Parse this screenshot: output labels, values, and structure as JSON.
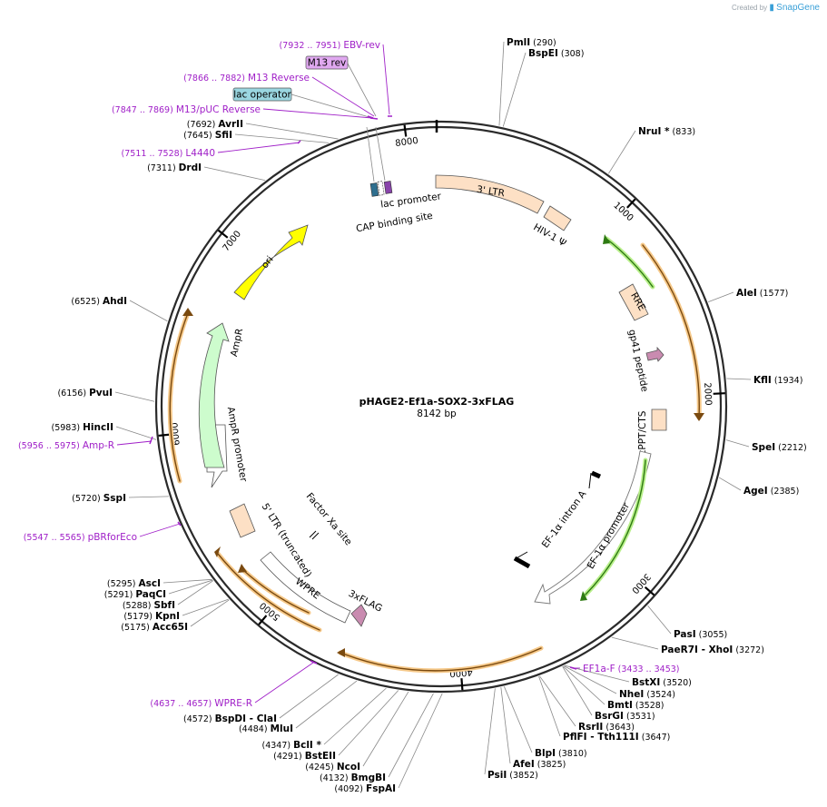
{
  "brand": {
    "created_by": "Created by",
    "name": "SnapGene"
  },
  "plasmid": {
    "name": "pHAGE2-Ef1a-SOX2-3xFLAG",
    "size": "8142 bp",
    "length": 8142
  },
  "ticks": [
    "1000",
    "2000",
    "3000",
    "4000",
    "5000",
    "6000",
    "7000",
    "8000"
  ],
  "enzymes": [
    {
      "name": "PmlI",
      "pos": "(290)"
    },
    {
      "name": "BspEI",
      "pos": "(308)"
    },
    {
      "name": "NruI *",
      "pos": "(833)"
    },
    {
      "name": "AleI",
      "pos": "(1577)"
    },
    {
      "name": "KflI",
      "pos": "(1934)"
    },
    {
      "name": "SpeI",
      "pos": "(2212)"
    },
    {
      "name": "AgeI",
      "pos": "(2385)"
    },
    {
      "name": "PasI",
      "pos": "(3055)"
    },
    {
      "name": "PaeR7I",
      "pos": "",
      "suffix": "- XhoI",
      "pos2": "(3272)"
    },
    {
      "name": "BstXI",
      "pos": "(3520)"
    },
    {
      "name": "NheI",
      "pos": "(3524)"
    },
    {
      "name": "BmtI",
      "pos": "(3528)"
    },
    {
      "name": "BsrGI",
      "pos": "(3531)"
    },
    {
      "name": "RsrII",
      "pos": "(3643)"
    },
    {
      "name": "PflFI",
      "pos": "",
      "suffix": "- Tth111I",
      "pos2": "(3647)"
    },
    {
      "name": "BlpI",
      "pos": "(3810)"
    },
    {
      "name": "AfeI",
      "pos": "(3825)"
    },
    {
      "name": "PsiI",
      "pos": "(3852)"
    },
    {
      "name": "FspAI",
      "pos": "(4092)"
    },
    {
      "name": "BmgBI",
      "pos": "(4132)"
    },
    {
      "name": "NcoI",
      "pos": "(4245)"
    },
    {
      "name": "BstEII",
      "pos": "(4291)"
    },
    {
      "name": "BclI *",
      "pos": "(4347)"
    },
    {
      "name": "MluI",
      "pos": "(4484)"
    },
    {
      "name": "BspDI",
      "pos": "(4572)",
      "suffix": "- ClaI"
    },
    {
      "name": "Acc65I",
      "pos": "(5175)"
    },
    {
      "name": "KpnI",
      "pos": "(5179)"
    },
    {
      "name": "SbfI",
      "pos": "(5288)"
    },
    {
      "name": "PaqCI",
      "pos": "(5291)"
    },
    {
      "name": "AscI",
      "pos": "(5295)"
    },
    {
      "name": "SspI",
      "pos": "(5720)"
    },
    {
      "name": "HincII",
      "pos": "(5983)"
    },
    {
      "name": "PvuI",
      "pos": "(6156)"
    },
    {
      "name": "AhdI",
      "pos": "(6525)"
    },
    {
      "name": "DrdI",
      "pos": "(7311)"
    },
    {
      "name": "SfiI",
      "pos": "(7645)"
    },
    {
      "name": "AvrII",
      "pos": "(7692)"
    }
  ],
  "primers": [
    {
      "name": "EBV-rev",
      "pos": "(7932 .. 7951)"
    },
    {
      "name": "M13 Reverse",
      "pos": "(7866 .. 7882)"
    },
    {
      "name": "M13/pUC Reverse",
      "pos": "(7847 .. 7869)"
    },
    {
      "name": "L4440",
      "pos": "(7511 .. 7528)"
    },
    {
      "name": "Amp-R",
      "pos": "(5956 .. 5975)"
    },
    {
      "name": "pBRforEco",
      "pos": "(5547 .. 5565)"
    },
    {
      "name": "WPRE-R",
      "pos": "(4637 .. 4657)"
    },
    {
      "name": "EF1a-F",
      "pos": "(3433 .. 3453)"
    }
  ],
  "boxed_labels": [
    "M13 rev",
    "lac operator"
  ],
  "features": [
    "3' LTR",
    "HIV-1 Ψ",
    "RRE",
    "gp41 peptide",
    "cPPT/CTS",
    "EF-1α intron A",
    "EF-1α promoter",
    "3xFLAG",
    "WPRE",
    "5' LTR (truncated)",
    "Factor Xa site",
    "AmpR promoter",
    "AmpR",
    "ori",
    "lac promoter",
    "CAP binding site"
  ],
  "colors": {
    "backbone": "#2a2a2a",
    "ltr": "#fde0c5",
    "ori": "#ffff00",
    "ampr": "#cdfccd",
    "orf": "#c8c8c8",
    "primer": "#a020c8",
    "orange_arc": "#f2a23a",
    "green_arc": "#55b82d",
    "gp41": "#c98bb0",
    "lac_op": "#9ad6e0",
    "m13_rev": "#e0a8f0"
  }
}
